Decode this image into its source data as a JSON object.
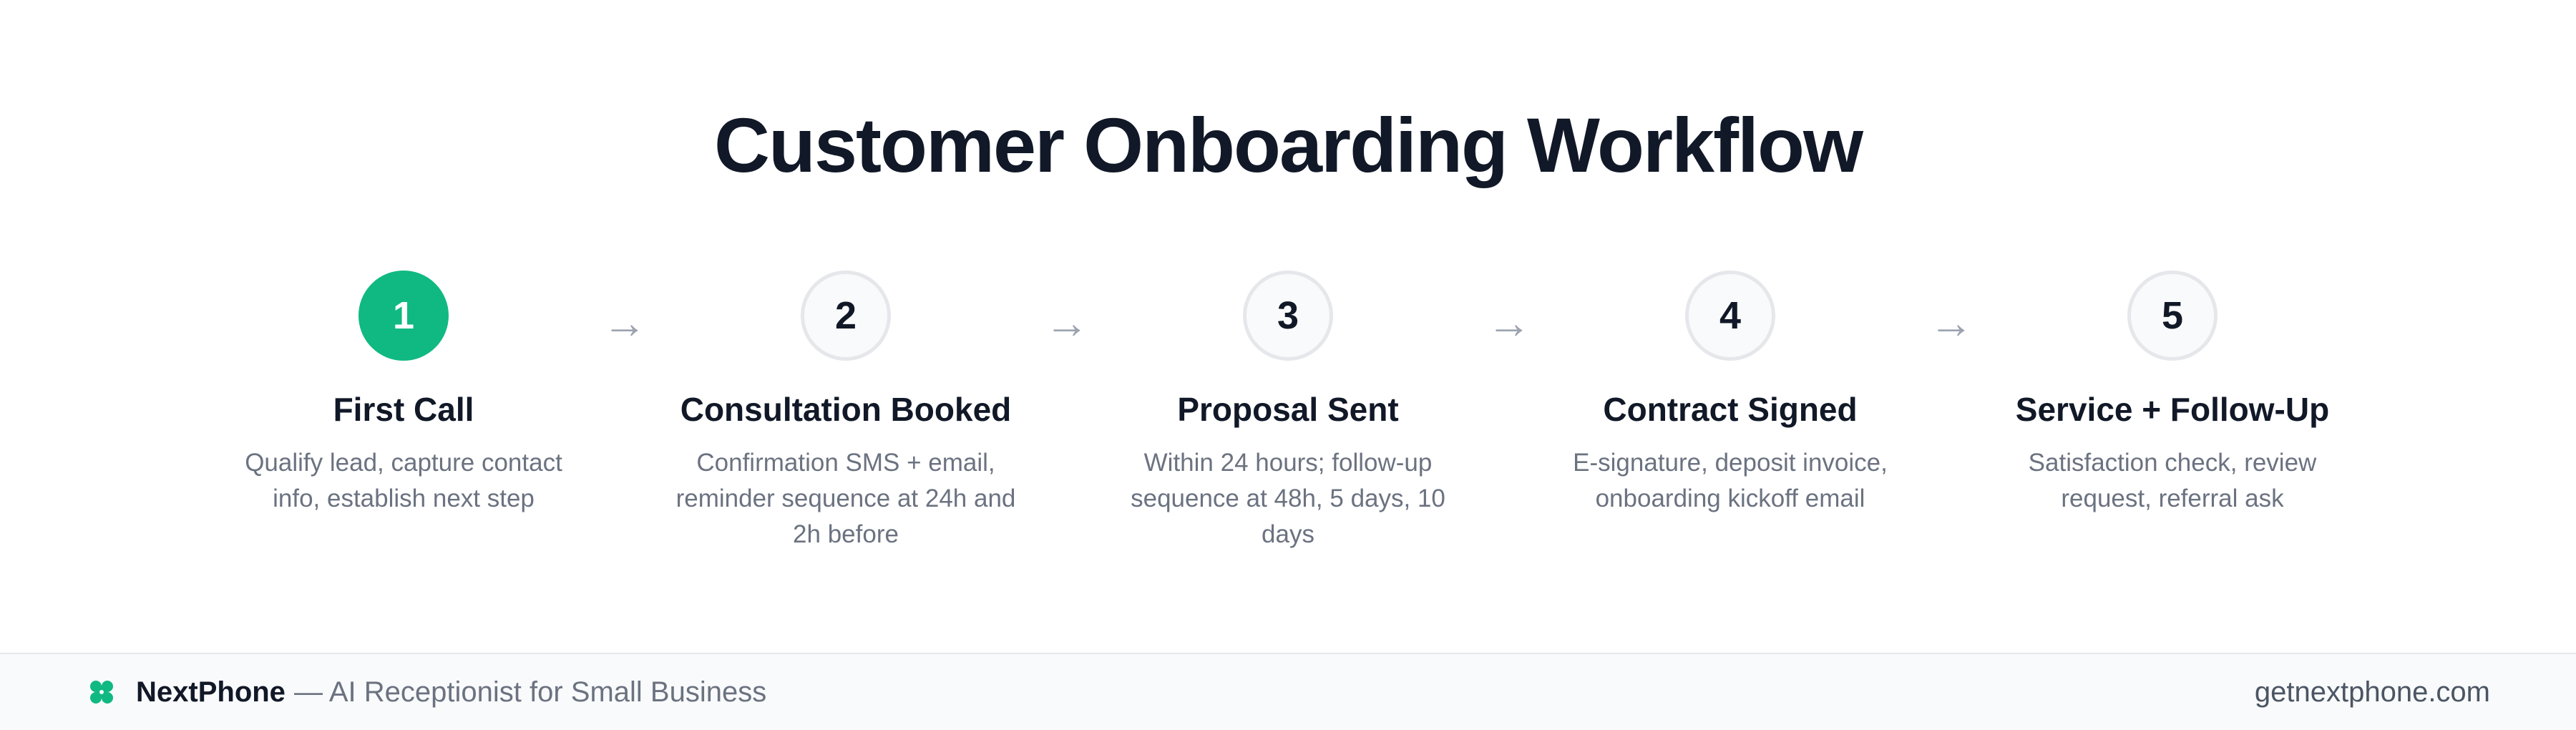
{
  "title": "Customer Onboarding Workflow",
  "colors": {
    "accent": "#10b981",
    "text": "#111827",
    "muted": "#6b7280",
    "circle_border": "#e5e7eb"
  },
  "steps": [
    {
      "number": "1",
      "title": "First Call",
      "description": "Qualify lead, capture contact info, establish next step",
      "active": true
    },
    {
      "number": "2",
      "title": "Consultation Booked",
      "description": "Confirmation SMS + email, reminder sequence at 24h and 2h before",
      "active": false
    },
    {
      "number": "3",
      "title": "Proposal Sent",
      "description": "Within 24 hours; follow-up sequence at 48h, 5 days, 10 days",
      "active": false
    },
    {
      "number": "4",
      "title": "Contract Signed",
      "description": "E-signature, deposit invoice, onboarding kickoff email",
      "active": false
    },
    {
      "number": "5",
      "title": "Service + Follow-Up",
      "description": "Satisfaction check, review request, referral ask",
      "active": false
    }
  ],
  "arrow_glyph": "→",
  "footer": {
    "logo_icon": "clover-logo-icon",
    "brand_name": "NextPhone",
    "tagline": "— AI Receptionist for Small Business",
    "website": "getnextphone.com"
  }
}
